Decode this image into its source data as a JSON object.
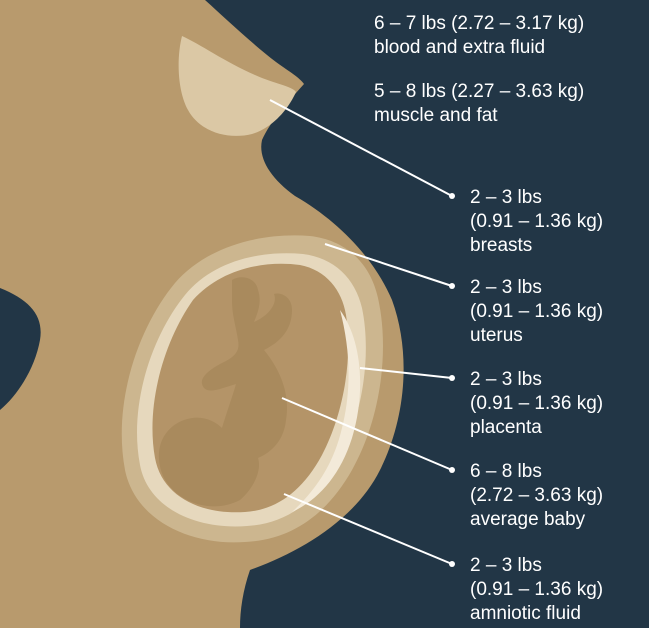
{
  "labels": [
    {
      "id": "blood",
      "lines": [
        "6 – 7 lbs (2.72 – 3.17 kg)",
        "blood and extra fluid"
      ]
    },
    {
      "id": "muscle",
      "lines": [
        "5 – 8 lbs (2.27 – 3.63 kg)",
        "muscle and fat"
      ]
    },
    {
      "id": "breasts",
      "lines": [
        "2 – 3 lbs",
        "(0.91 – 1.36 kg)",
        "breasts"
      ]
    },
    {
      "id": "uterus",
      "lines": [
        "2 – 3 lbs",
        "(0.91 – 1.36 kg)",
        "uterus"
      ]
    },
    {
      "id": "placenta",
      "lines": [
        "2 – 3 lbs",
        "(0.91 – 1.36 kg)",
        "placenta"
      ]
    },
    {
      "id": "baby",
      "lines": [
        "6 – 8 lbs",
        "(2.72 – 3.63 kg)",
        "average baby"
      ]
    },
    {
      "id": "amniotic",
      "lines": [
        "2 – 3 lbs",
        "(0.91 – 1.36 kg)",
        "amniotic fluid"
      ]
    }
  ],
  "colors": {
    "background": "#223646",
    "skin": "#b89a6d",
    "breast": "#dbc8a5",
    "uterus_outer": "#ccb68f",
    "uterus_inner": "#e6d8bd",
    "amniotic": "#b49468",
    "placenta": "#f3ead9",
    "baby": "#a98a5d",
    "text": "#ffffff"
  }
}
